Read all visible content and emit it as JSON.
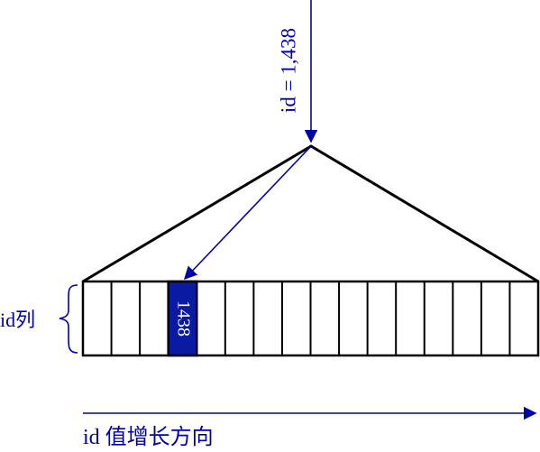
{
  "diagram": {
    "search_label": "id = 1,438",
    "highlighted_cell_value": "1438",
    "column_label": "id列",
    "direction_label": "id 值增长方向",
    "cell_count": 16,
    "highlighted_cell_index": 3
  },
  "colors": {
    "line": "#000000",
    "accent": "#0000aa",
    "highlight_fill": "#0b1aa3",
    "highlight_text": "#ffffff",
    "background": "#ffffff"
  }
}
